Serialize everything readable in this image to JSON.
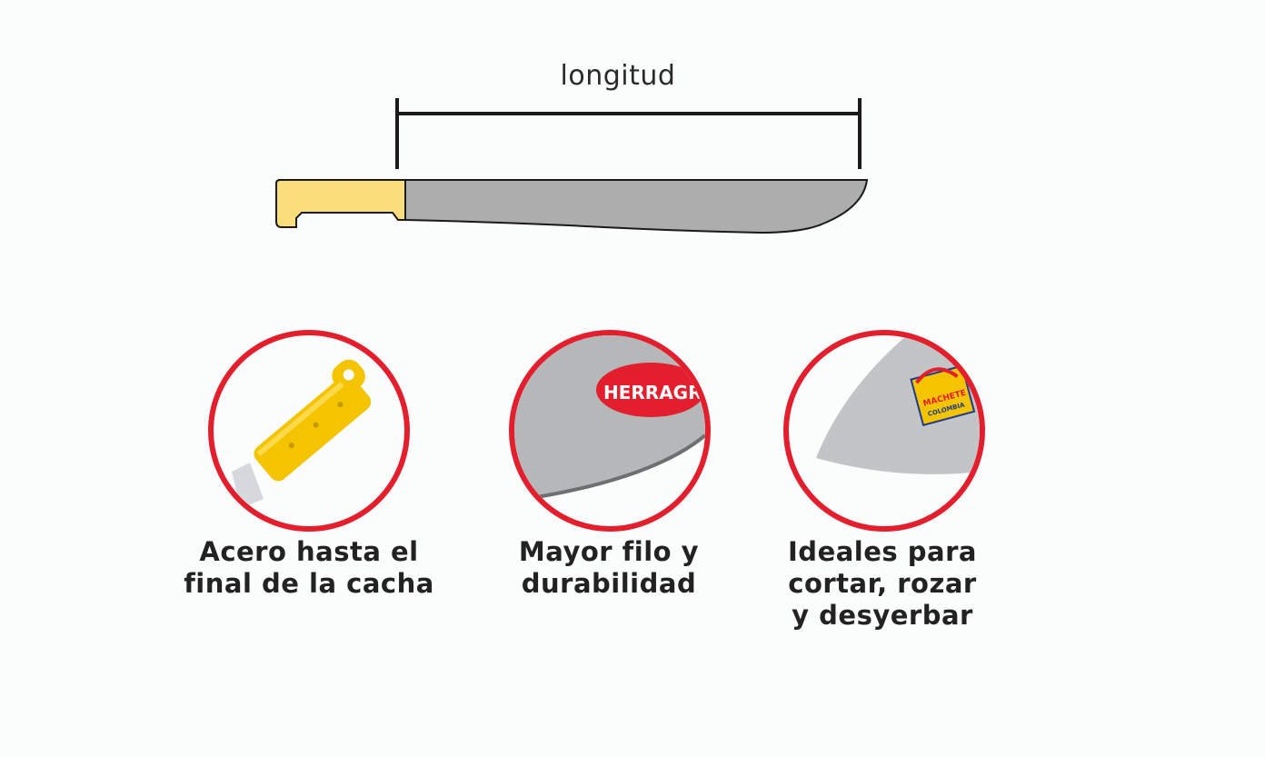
{
  "diagram": {
    "length_label": "longitud"
  },
  "features": [
    {
      "lines": [
        "Acero hasta el",
        "final de la cacha"
      ]
    },
    {
      "lines": [
        "Mayor filo y",
        "durabilidad"
      ]
    },
    {
      "lines": [
        "Ideales para",
        "cortar, rozar",
        "y desyerbar"
      ]
    }
  ],
  "branding": {
    "sticker_text": "HERRAGRO",
    "label_text": "MACHETE",
    "label_subtext": "COLOMBIA"
  },
  "colors": {
    "accent_red": "#e31e2d",
    "handle_yellow": "#fbde7c",
    "blade_gray": "#adadad"
  }
}
